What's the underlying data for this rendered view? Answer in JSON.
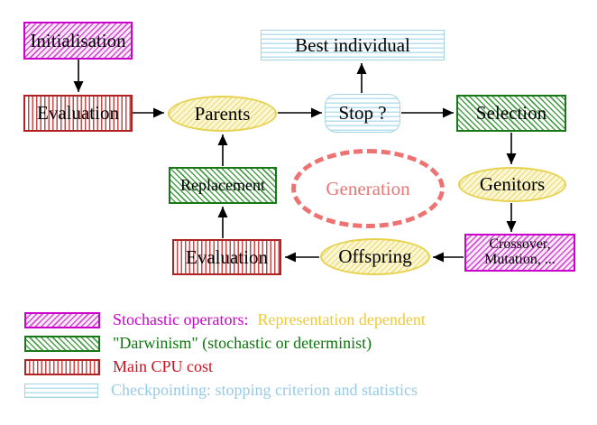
{
  "title": "Evolutionary algorithm generation loop diagram",
  "nodes": {
    "initialisation": {
      "label": "Initialisation",
      "style": "magenta-diagonal-hatch"
    },
    "evaluation_top": {
      "label": "Evaluation",
      "style": "red-vertical-stripes"
    },
    "parents": {
      "label": "Parents",
      "style": "yellow-hatched-ellipse"
    },
    "best_individual": {
      "label": "Best individual",
      "style": "cyan-horizontal-stripes"
    },
    "stop": {
      "label": "Stop ?",
      "style": "cyan-horizontal-stripes-rounded"
    },
    "selection": {
      "label": "Selection",
      "style": "green-diagonal-hatch"
    },
    "genitors": {
      "label": "Genitors",
      "style": "yellow-hatched-ellipse"
    },
    "crossover_mutation": {
      "line1": "Crossover,",
      "line2": "Mutation, ...",
      "style": "magenta-diagonal-hatch"
    },
    "offspring": {
      "label": "Offspring",
      "style": "yellow-hatched-ellipse"
    },
    "evaluation_bottom": {
      "label": "Evaluation",
      "style": "red-vertical-stripes"
    },
    "replacement": {
      "label": "Replacement",
      "style": "green-diagonal-hatch"
    },
    "generation": {
      "label": "Generation",
      "style": "salmon-dashed-ellipse"
    }
  },
  "flow": [
    "Initialisation -> Evaluation",
    "Evaluation -> Parents",
    "Parents -> Stop ?",
    "Stop ? -> Best individual",
    "Stop ? -> Selection",
    "Selection -> Genitors",
    "Genitors -> Crossover, Mutation, ...",
    "Crossover, Mutation, ... -> Offspring",
    "Offspring -> Evaluation",
    "Evaluation -> Replacement",
    "Replacement -> Parents"
  ],
  "legend": {
    "items": [
      {
        "swatch": "magenta-diagonal-hatch",
        "label": "Stochastic operators:",
        "label2": "Representation dependent",
        "label_color": "#cc00cc",
        "label2_color": "#edc93a"
      },
      {
        "swatch": "green-diagonal-hatch",
        "label": "\"Darwinism\" (stochastic or determinist)",
        "label_color": "#0c780c"
      },
      {
        "swatch": "red-vertical-stripes",
        "label": "Main CPU cost",
        "label_color": "#cc1122"
      },
      {
        "swatch": "cyan-horizontal-stripes",
        "label": "Checkpointing: stopping criterion and statistics",
        "label_color": "#96cbe8"
      }
    ]
  },
  "colors": {
    "background": "#ffffff",
    "magenta_border": "#cc00cc",
    "magenta_hatch": "#d44fd4",
    "red_border": "#b22222",
    "red_stripe": "#c64a48",
    "green_border": "#187818",
    "green_hatch": "#4aa04a",
    "cyan_border": "#a4d4e4",
    "cyan_stripe": "#b6dff0",
    "yellow_border": "#e6d24e",
    "yellow_hatch": "#efe08c",
    "salmon_dashed": "#ed7272",
    "arrow": "#000000",
    "node_text": "#000000"
  }
}
